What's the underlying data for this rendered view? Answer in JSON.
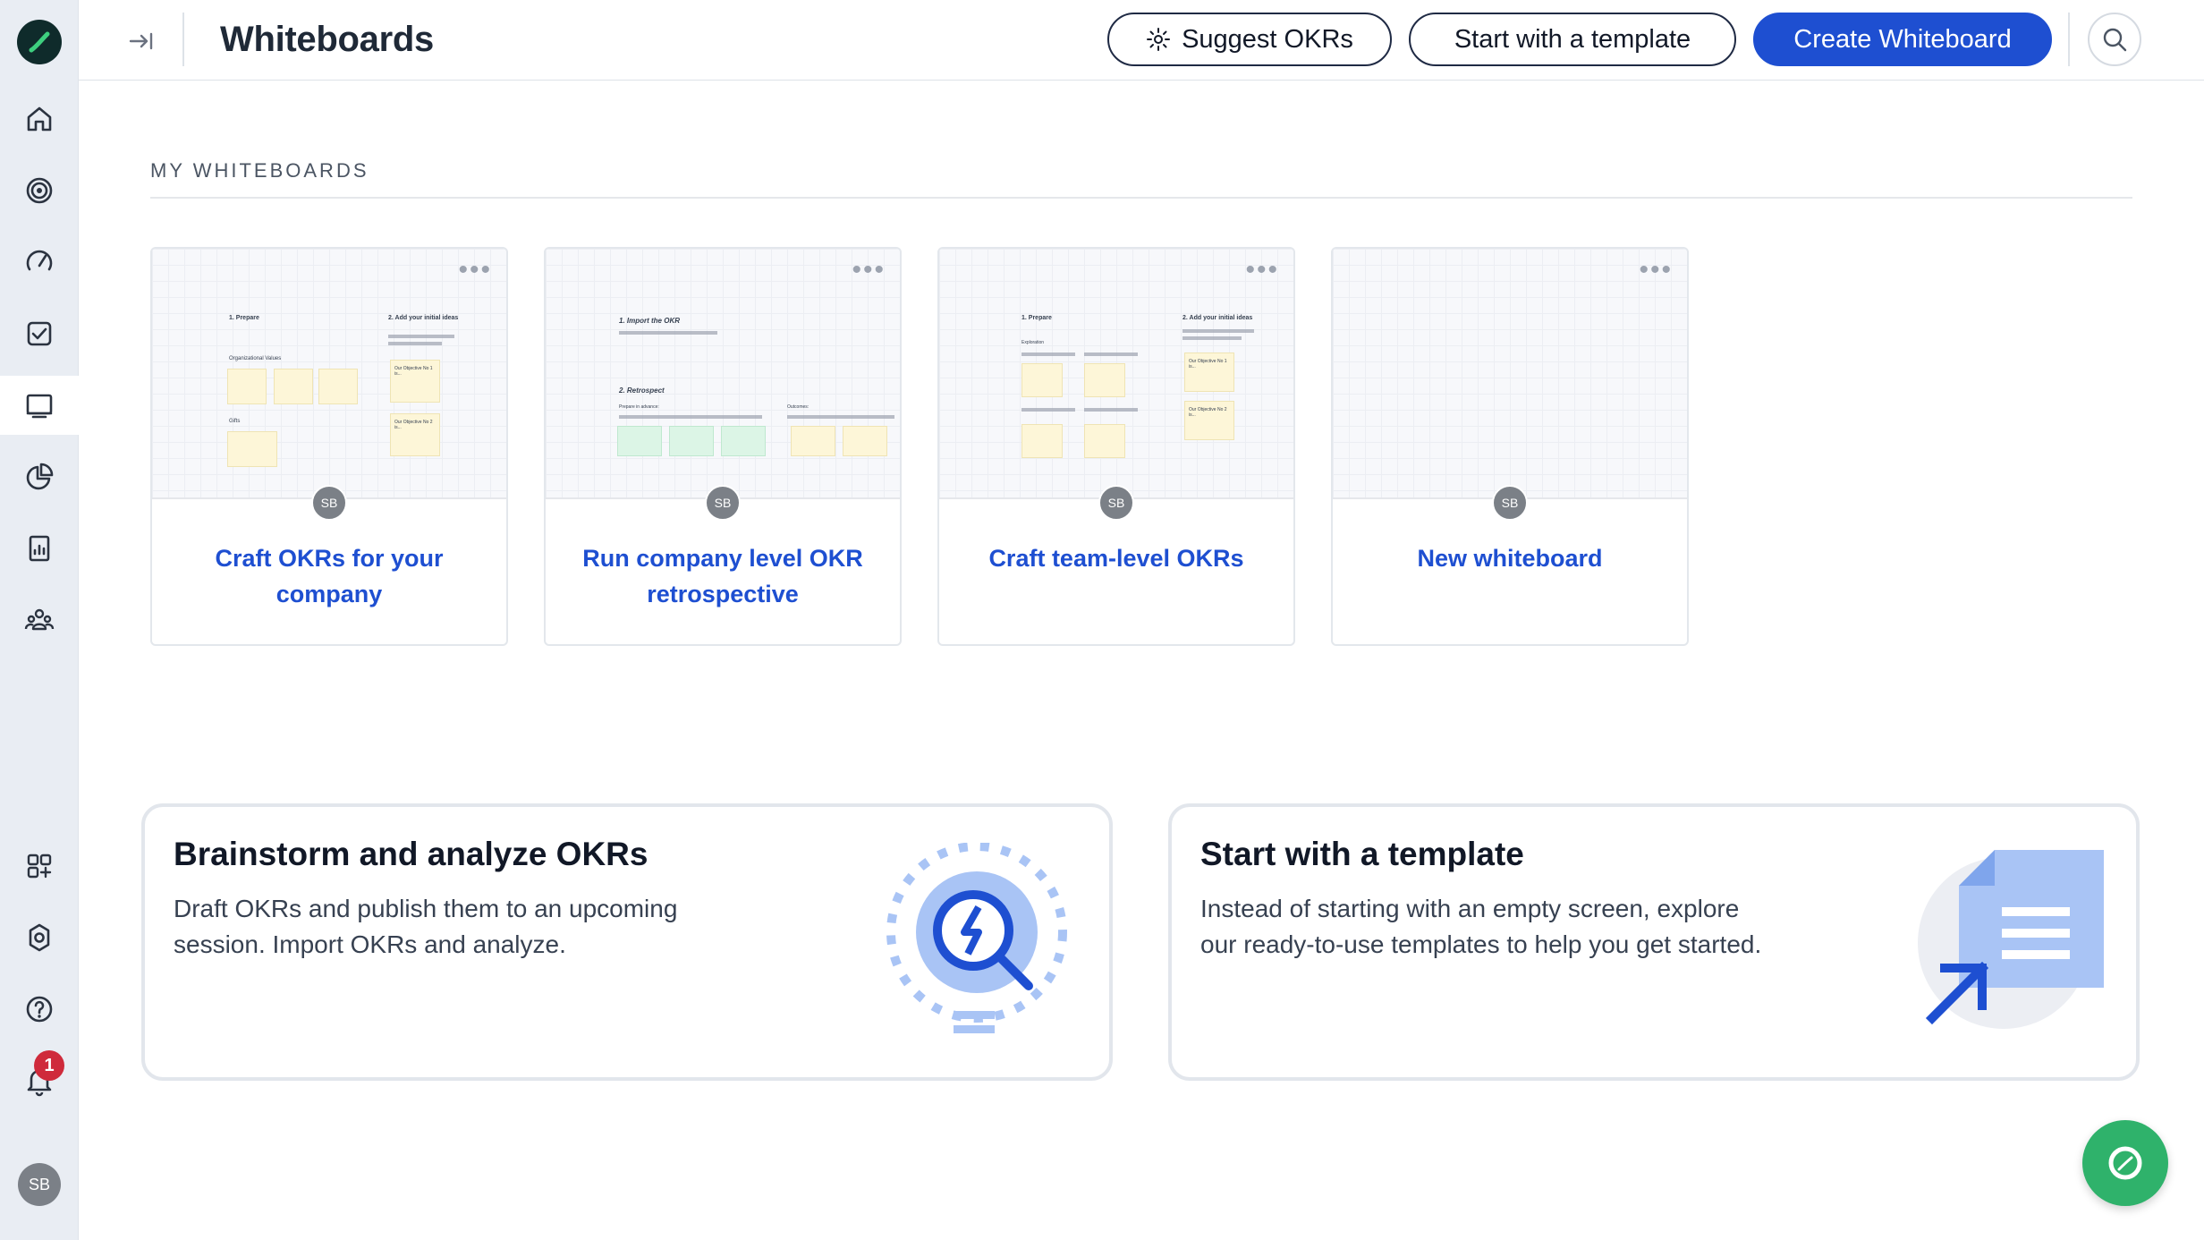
{
  "sidebar": {
    "items": [
      {
        "icon": "home-icon"
      },
      {
        "icon": "target-icon"
      },
      {
        "icon": "gauge-icon"
      },
      {
        "icon": "checkbox-icon"
      },
      {
        "icon": "whiteboard-icon",
        "active": true
      },
      {
        "icon": "pie-chart-icon"
      },
      {
        "icon": "report-icon"
      },
      {
        "icon": "team-icon"
      },
      {
        "icon": "apps-icon"
      },
      {
        "icon": "gear-icon"
      },
      {
        "icon": "help-icon"
      },
      {
        "icon": "bell-icon"
      }
    ],
    "notification_count": "1",
    "user_initials": "SB"
  },
  "header": {
    "title": "Whiteboards",
    "suggest_label": "Suggest OKRs",
    "template_label": "Start with a template",
    "create_label": "Create Whiteboard"
  },
  "section": {
    "label": "MY WHITEBOARDS"
  },
  "cards": [
    {
      "title": "Craft OKRs for your company",
      "owner": "SB",
      "thumb": {
        "h1": "1. Prepare",
        "h2": "2. Add your initial ideas",
        "s1": "Organizational Values",
        "s2": "Gifts",
        "n1": "Our Objective No 1 is...",
        "n2": "Our Objective No 2 is..."
      }
    },
    {
      "title": "Run company level OKR retrospective",
      "owner": "SB",
      "thumb": {
        "h1": "1. Import the OKR",
        "h2": "2. Retrospect",
        "s1": "Prepare in advance:",
        "s2": "Outcomes:"
      }
    },
    {
      "title": "Craft team-level OKRs",
      "owner": "SB",
      "thumb": {
        "h1": "1. Prepare",
        "h2": "2. Add your initial ideas",
        "s1": "Exploration",
        "n1": "Our Objective No 1 is...",
        "n2": "Our Objective No 2 is..."
      }
    },
    {
      "title": "New whiteboard",
      "owner": "SB"
    }
  ],
  "promos": [
    {
      "title": "Brainstorm and analyze OKRs",
      "description": "Draft OKRs and publish them to an upcoming session. Import OKRs and analyze."
    },
    {
      "title": "Start with a template",
      "description": "Instead of starting with an empty screen, explore our ready-to-use templates to help you get started."
    }
  ],
  "colors": {
    "primary": "#1e4fd1",
    "sidebar_bg": "#e9edf3",
    "fab": "#2fb26b",
    "badge": "#cf2a3b"
  }
}
